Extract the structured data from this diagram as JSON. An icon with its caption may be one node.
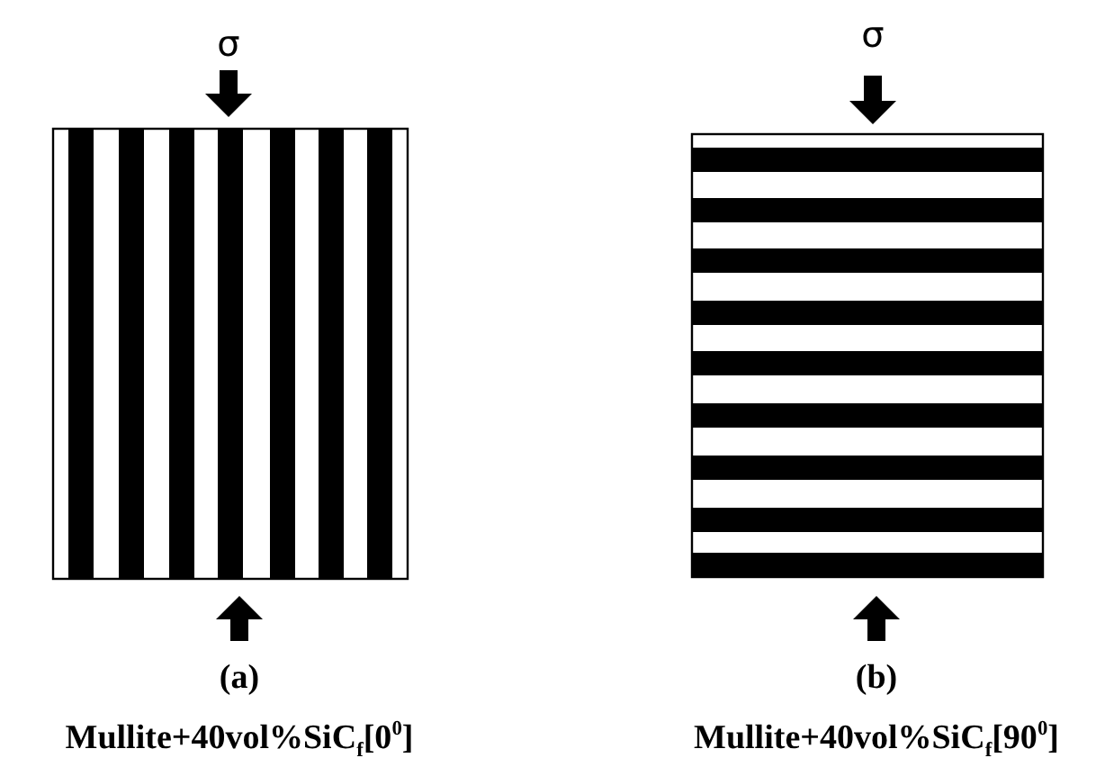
{
  "diagram": {
    "labels": [
      "σ",
      "σ",
      "(a)",
      "(b)",
      "Mullite+40vol%SiC$_{f}$[0$^{0}$]",
      "Mullite+40vol%SiC$_{f}$[90$^{0}$]"
    ]
  }
}
